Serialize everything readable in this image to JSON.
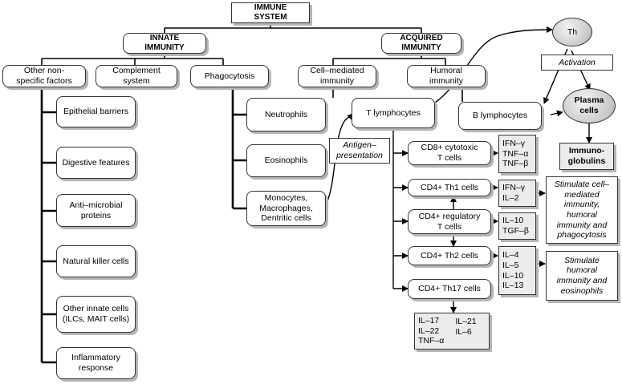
{
  "labels": {
    "immune_system": "IMMUNE\nSYSTEM",
    "innate_immunity": "INNATE\nIMMUNITY",
    "acquired_immunity": "ACQUIRED\nIMMUNITY",
    "other_nonspecific": "Other non-\nspecific factors",
    "complement_system": "Complement\nsystem",
    "phagocytosis": "Phagocytosis",
    "cell_mediated": "Cell–mediated\nimmunity",
    "humoral_immunity": "Humoral\nimmunity",
    "epithelial_barriers": "Epithelial barriers",
    "digestive_features": "Digestive features",
    "antimicrobial_proteins": "Anti–microbial\nproteins",
    "natural_killer": "Natural killer cells",
    "other_innate_cells": "Other innate cells\n(ILCs, MAIT  cells)",
    "inflammatory_response": "Inflammatory\nresponse",
    "neutrophils": "Neutrophils",
    "eosinophils": "Eosinophils",
    "monocytes": "Monocytes,\nMacrophages,\nDentritic cells",
    "t_lymphocytes": "T lymphocytes",
    "b_lymphocytes": "B lymphocytes",
    "th": "Th",
    "activation": "Activation",
    "plasma_cells": "Plasma\ncells",
    "immunoglobulins": "Immuno-\nglobulins",
    "antigen_presentation": "Antigen–\npresentation",
    "cd8_cytotoxic": "CD8+ cytotoxic\nT cells",
    "cd4_th1": "CD4+ Th1 cells",
    "cd4_regulatory": "CD4+ regulatory\nT cells",
    "cd4_th2": "CD4+ Th2 cells",
    "cd4_th17": "CD4+ Th17 cells",
    "cyto_cd8": "IFN–γ\nTNF–α\nTNF–β",
    "cyto_th1": "IFN–γ\nIL–2",
    "cyto_treg": "IL–10\nTGF–β",
    "cyto_th2": "IL–4\nIL–5\nIL–10\nIL–13",
    "cyto_th17_col1": "IL–17\nIL–22\nTNF–α",
    "cyto_th17_col2": "IL–21\nIL–6",
    "stimulate_th1": "Stimulate cell–\nmediated\nimmunity,\nhumoral\nimmunity and\nphagocytosis",
    "stimulate_th2": "Stimulate\nhumoral\nimmunity and\neosinophils"
  }
}
